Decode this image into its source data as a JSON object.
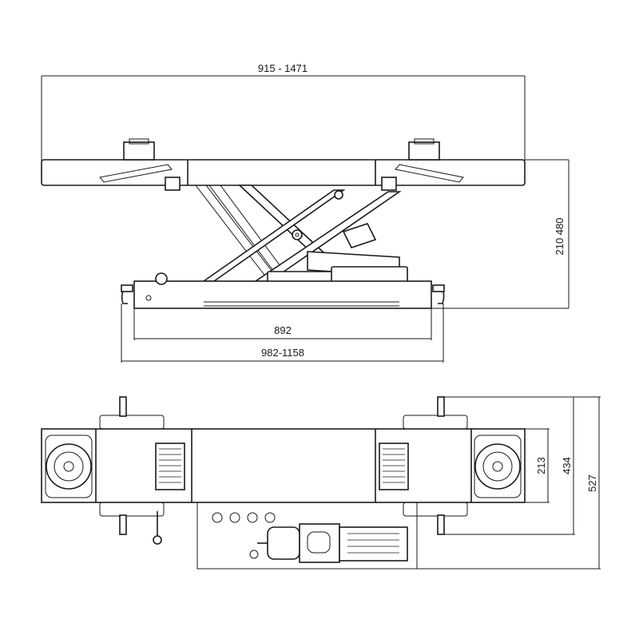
{
  "dimensions": {
    "top_width": "915 - 1471",
    "base_length": "892",
    "total_length": "982-1158",
    "height": "210 480",
    "pad_spacing": "213",
    "arm_spacing": "434",
    "total_depth": "527"
  }
}
